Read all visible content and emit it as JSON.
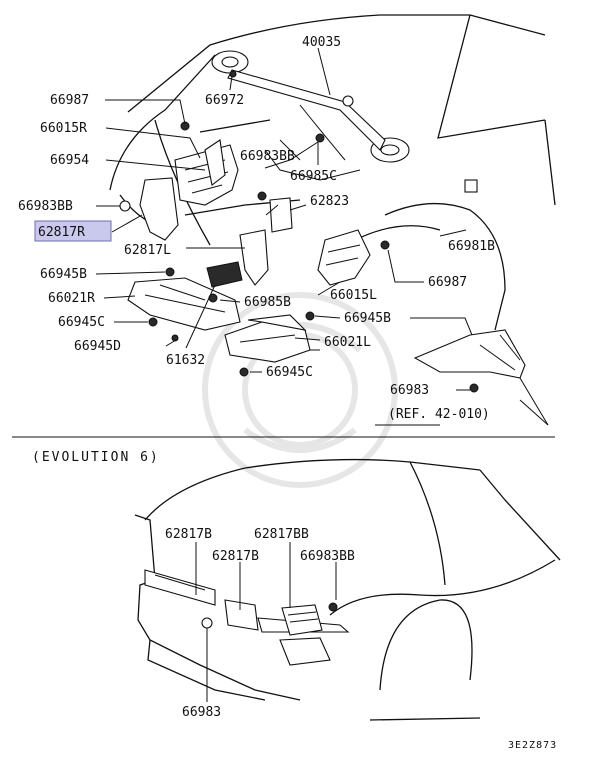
{
  "diagram": {
    "top_section": {
      "labels": {
        "l40035": "40035",
        "l66987_top": "66987",
        "l66972": "66972",
        "l66015R": "66015R",
        "l66954": "66954",
        "l66983BB_mid": "66983BB",
        "l66985C": "66985C",
        "l66983BB_left": "66983BB",
        "l62823": "62823",
        "l62817R": "62817R",
        "l62817L": "62817L",
        "l66981B": "66981B",
        "l66945B_left": "66945B",
        "l66987_right": "66987",
        "l66015L": "66015L",
        "l66021R": "66021R",
        "l66985B": "66985B",
        "l66945C_left": "66945C",
        "l66945B_right": "66945B",
        "l66945D": "66945D",
        "l66021L": "66021L",
        "l61632": "61632",
        "l66945C_bottom": "66945C",
        "l66983_right": "66983",
        "ref": "(REF. 42-010)"
      },
      "highlighted_label": "62817R",
      "highlight_color": "#c9c9ee"
    },
    "bottom_section": {
      "title": "(EVOLUTION 6)",
      "labels": {
        "l62817B_a": "62817B",
        "l62817BB": "62817BB",
        "l62817B_b": "62817B",
        "l66983BB": "66983BB",
        "l66983": "66983"
      }
    },
    "diagram_code": "3E2Z873"
  }
}
